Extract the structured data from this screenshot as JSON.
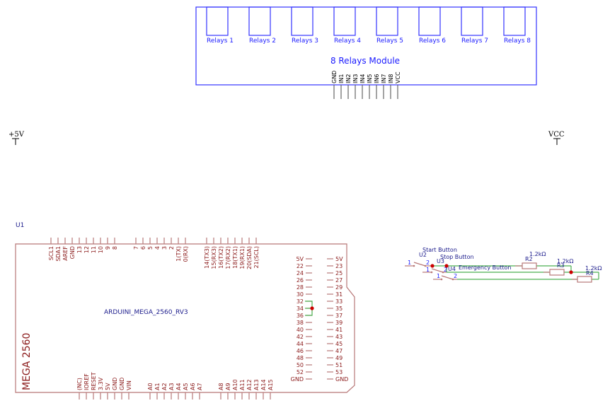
{
  "relay_module": {
    "title": "8 Relays Module",
    "relays": [
      "Relays 1",
      "Relays 2",
      "Relays 3",
      "Relays 4",
      "Relays 5",
      "Relays 6",
      "Relays 7",
      "Relays 8"
    ],
    "pins": [
      "GND",
      "IN1",
      "IN2",
      "IN3",
      "IN4",
      "IN5",
      "IN6",
      "IN7",
      "IN8",
      "VCC"
    ],
    "color": "#3333ff"
  },
  "power_symbols": {
    "plus5v": "+5V",
    "vcc": "VCC"
  },
  "arduino": {
    "ref": "U1",
    "name": "ARDUINI_MEGA_2560_RV3",
    "board_label": "MEGA 2560",
    "color": "#b87878",
    "top_pins_group1": [
      "SCL1",
      "SDA1",
      "AREF",
      "GND",
      "13",
      "12",
      "11",
      "10",
      "9",
      "8"
    ],
    "top_pins_group2": [
      "7",
      "6",
      "5",
      "4",
      "3",
      "2",
      "1(TX)",
      "0(RX)"
    ],
    "top_pins_group3": [
      "14(TX3)",
      "15(RX3)",
      "16(TX2)",
      "17(RX2)",
      "18(TX1)",
      "19(RX1)",
      "20(SDA)",
      "21(SCL)"
    ],
    "bottom_pins_group1": [
      "(NC)",
      "IOREF",
      "RESET",
      "3.3V",
      "5V",
      "GND",
      "GND",
      "VIN"
    ],
    "bottom_pins_group2": [
      "A0",
      "A1",
      "A2",
      "A3",
      "A4",
      "A5",
      "A6",
      "A7"
    ],
    "bottom_pins_group3": [
      "A8",
      "A9",
      "A10",
      "A11",
      "A12",
      "A13",
      "A14",
      "A15"
    ],
    "left_header": [
      "5V",
      "22",
      "24",
      "26",
      "28",
      "30",
      "32",
      "34",
      "36",
      "38",
      "40",
      "42",
      "44",
      "46",
      "48",
      "50",
      "52",
      "GND"
    ],
    "right_header": [
      "5V",
      "23",
      "25",
      "27",
      "29",
      "31",
      "33",
      "35",
      "37",
      "39",
      "41",
      "43",
      "45",
      "47",
      "49",
      "51",
      "53",
      "GND"
    ]
  },
  "buttons": [
    {
      "ref": "U2",
      "label": "Start Button",
      "pin1": "1",
      "pin2": "2"
    },
    {
      "ref": "U3",
      "label": "Stop Button",
      "pin1": "1",
      "pin2": "2"
    },
    {
      "ref": "U4",
      "label": "Emergency Button",
      "pin1": "1",
      "pin2": "2"
    }
  ],
  "resistors": [
    {
      "ref": "R2",
      "value": "1.2kΩ"
    },
    {
      "ref": "R3",
      "value": "1.2kΩ"
    },
    {
      "ref": "R4",
      "value": "1.2kΩ"
    }
  ],
  "colors": {
    "wire": "#4caf50",
    "junction": "#cc0000",
    "pin_gray": "#666666"
  }
}
